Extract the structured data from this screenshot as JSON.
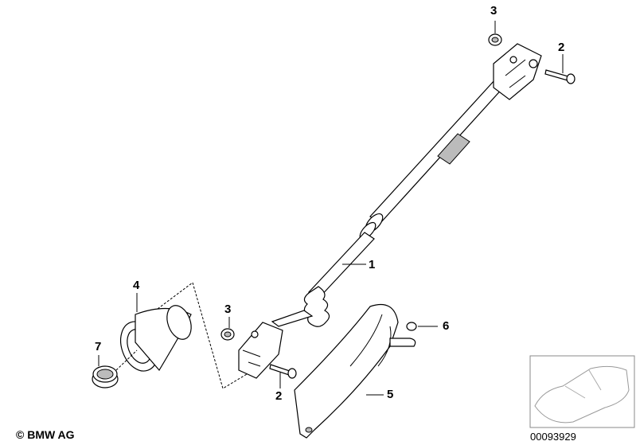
{
  "callouts": [
    {
      "id": "top-nut",
      "text": "3"
    },
    {
      "id": "top-bolt",
      "text": "2"
    },
    {
      "id": "steering-shaft",
      "text": "1"
    },
    {
      "id": "lower-nut",
      "text": "3"
    },
    {
      "id": "nut-6",
      "text": "6"
    },
    {
      "id": "boot",
      "text": "4"
    },
    {
      "id": "ring",
      "text": "7"
    },
    {
      "id": "lower-bolt",
      "text": "2"
    },
    {
      "id": "cover",
      "text": "5"
    }
  ],
  "copyright": "© BMW AG",
  "diagram_number": "00093929"
}
